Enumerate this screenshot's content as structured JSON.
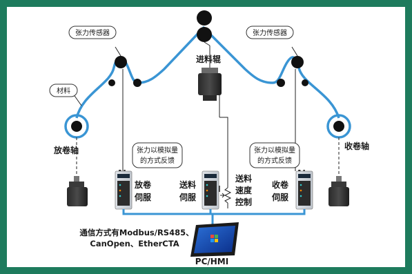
{
  "labels": {
    "tension_sensor_left": "张力传感器",
    "tension_sensor_right": "张力传感器",
    "material": "材料",
    "feed_roller": "进料辊",
    "unwind_shaft": "放卷轴",
    "rewind_shaft": "收卷轴",
    "feedback_left": [
      "张力以模拟量",
      "的方式反馈"
    ],
    "feedback_right": [
      "张力以模拟量",
      "的方式反馈"
    ],
    "ai_left": "AI",
    "ai_right": "AI",
    "ai_center": "AI",
    "servo_unwind": [
      "放卷",
      "伺服"
    ],
    "servo_feed": [
      "送料",
      "伺服"
    ],
    "servo_rewind": [
      "收卷",
      "伺服"
    ],
    "feed_speed_control": [
      "送料",
      "速度",
      "控制"
    ],
    "comm_line1": "通信方式有Modbus/RS485、",
    "comm_line2": "CanOpen、EtherCTA",
    "hmi": "PC/HMI"
  },
  "colors": {
    "frame": "#1e7b5d",
    "web": "#3a95d4",
    "roller": "#111111",
    "bus": "#3a95d4"
  }
}
